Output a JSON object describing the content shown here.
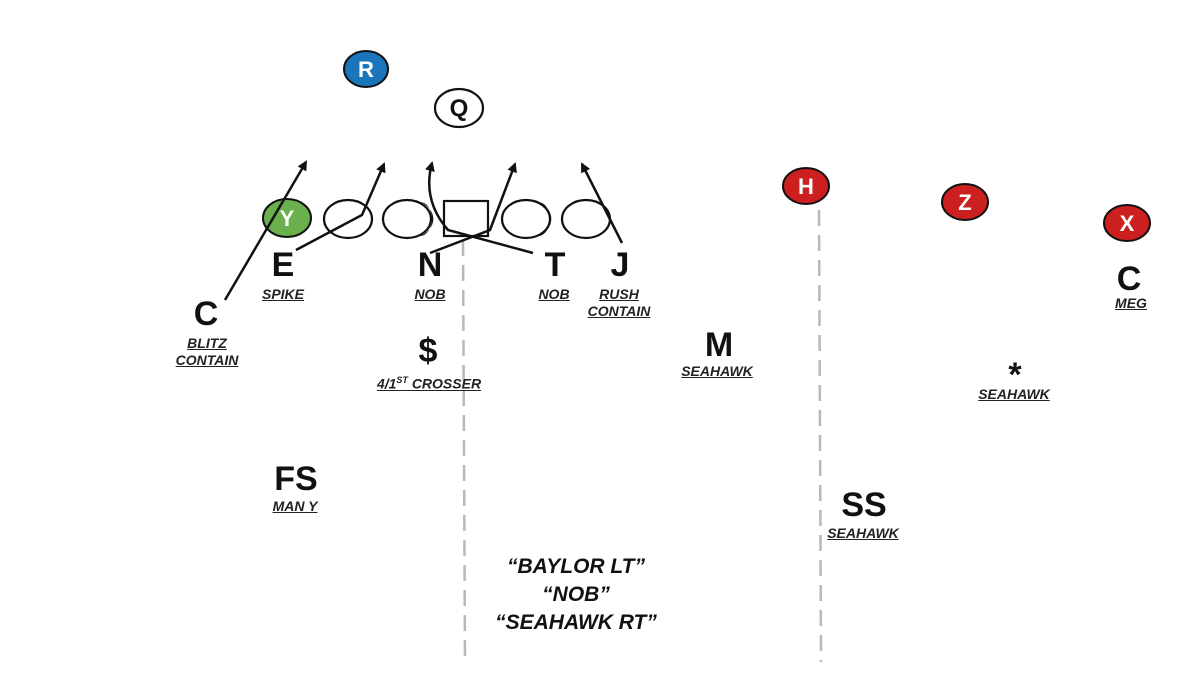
{
  "offense": {
    "r": "R",
    "q": "Q",
    "y": "Y",
    "h": "H",
    "z": "Z",
    "x": "X"
  },
  "defense": {
    "e": {
      "letter": "E",
      "assignment": [
        "SPIKE"
      ]
    },
    "n": {
      "letter": "N",
      "assignment": [
        "NOB"
      ]
    },
    "t": {
      "letter": "T",
      "assignment": [
        "NOB"
      ]
    },
    "j": {
      "letter": "J",
      "assignment": [
        "RUSH",
        "CONTAIN"
      ]
    },
    "c_left": {
      "letter": "C",
      "assignment": [
        "BLITZ",
        "CONTAIN"
      ]
    },
    "dollar": {
      "letter": "$",
      "assignment_main": "4/1",
      "assignment_sup": "ST",
      "assignment_rest": " CROSSER"
    },
    "m": {
      "letter": "M",
      "assignment": [
        "SEAHAWK"
      ]
    },
    "star": {
      "letter": "*",
      "assignment": [
        "SEAHAWK"
      ]
    },
    "c_right": {
      "letter": "C",
      "assignment": [
        "MEG"
      ]
    },
    "fs": {
      "letter": "FS",
      "assignment": [
        "MAN Y"
      ]
    },
    "ss": {
      "letter": "SS",
      "assignment": [
        "SEAHAWK"
      ]
    }
  },
  "calls": [
    "“BAYLOR LT”",
    "“NOB”",
    "“SEAHAWK RT”"
  ],
  "colors": {
    "offense_blue": "#1b75bb",
    "offense_green": "#6ab04c",
    "offense_red": "#cc1f1f",
    "line_gray": "#b8b8b8",
    "ink": "#111111"
  }
}
